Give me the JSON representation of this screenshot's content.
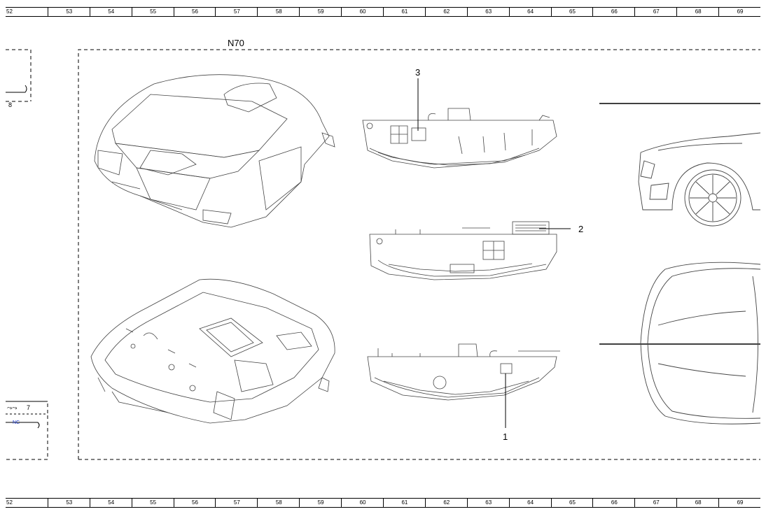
{
  "ruler": {
    "columns": [
      "52",
      "53",
      "54",
      "55",
      "56",
      "57",
      "58",
      "59",
      "60",
      "61",
      "62",
      "63",
      "64",
      "65",
      "66",
      "67",
      "68",
      "69"
    ]
  },
  "component_label": "N70",
  "callouts": [
    "3",
    "2",
    "1"
  ],
  "left_ref_top": "8",
  "left_ref_bottom": "7",
  "switch_symbol": "⤳⤳",
  "nc_label": "NC",
  "colors": {
    "line": "#000000",
    "nc": "#1a37c8",
    "drawing": "#444444"
  }
}
